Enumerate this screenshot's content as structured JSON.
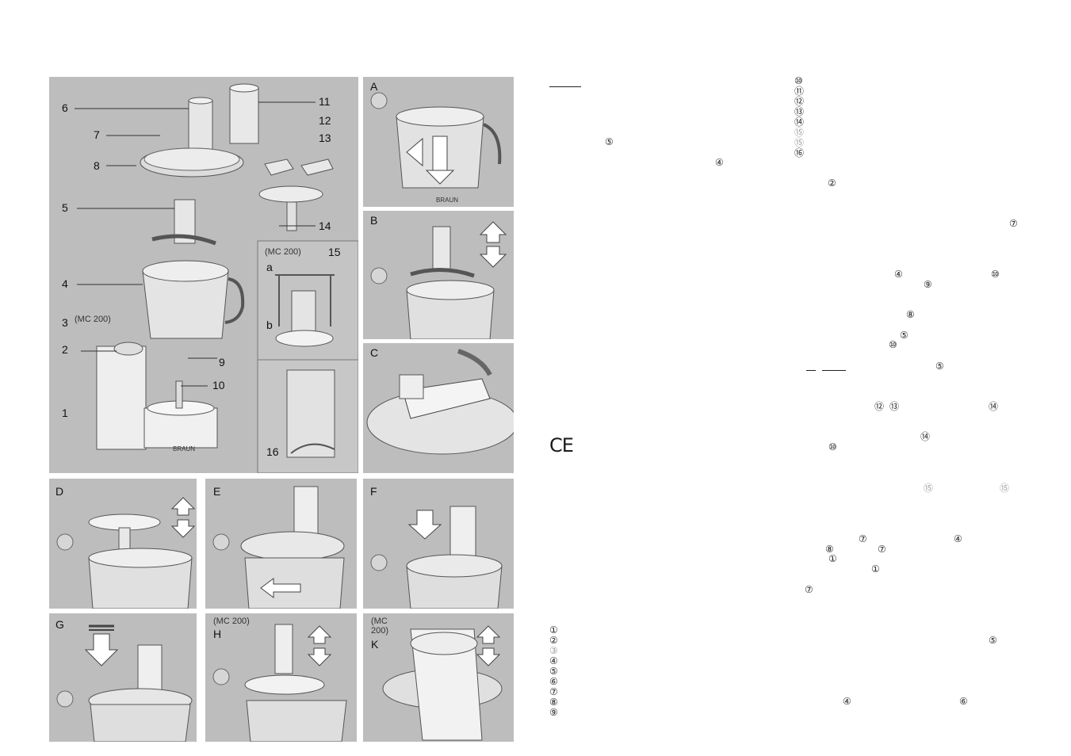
{
  "figure": {
    "part_numbers": [
      "1",
      "2",
      "3",
      "4",
      "5",
      "6",
      "7",
      "8",
      "9",
      "10",
      "11",
      "12",
      "13",
      "14",
      "15",
      "16"
    ],
    "mc200_label": "(MC 200)",
    "sub_a": "a",
    "sub_b": "b",
    "brand_text": "BRAUN"
  },
  "panels": {
    "A": "A",
    "B": "B",
    "C": "C",
    "D": "D",
    "E": "E",
    "F": "F",
    "G": "G",
    "H": "H",
    "H_note": "(MC 200)",
    "K": "K",
    "K_note_1": "(MC",
    "K_note_2": "200)"
  },
  "ce_mark": "CE",
  "left_column": {
    "marker_5": "⑤",
    "marker_4": "④",
    "legend": [
      "①",
      "②",
      "③",
      "④",
      "⑤",
      "⑥",
      "⑦",
      "⑧",
      "⑨"
    ]
  },
  "right_column": {
    "legend": [
      "⑩",
      "⑪",
      "⑫",
      "⑬",
      "⑭",
      "⑮",
      "⑮",
      "⑯"
    ],
    "markers": {
      "m2": "②",
      "m7a": "⑦",
      "m4a": "④",
      "m10a": "⑩",
      "m9": "⑨",
      "m8a": "⑧",
      "m5a": "⑤",
      "m10b": "⑩",
      "m5b": "⑤",
      "m12": "⑫",
      "m13": "⑬",
      "m14a": "⑭",
      "m14b": "⑭",
      "m10c": "⑩",
      "m15a": "⑮",
      "m15b": "⑮",
      "m7b": "⑦",
      "m4b": "④",
      "m8b": "⑧",
      "m7c": "⑦",
      "m1a": "①",
      "m1b": "①",
      "m7d": "⑦",
      "m5c": "⑤",
      "m4c": "④",
      "m6": "⑥"
    }
  }
}
